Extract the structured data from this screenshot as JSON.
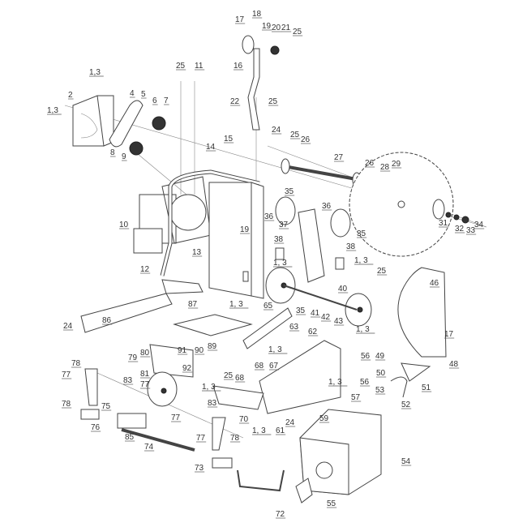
{
  "diagram": {
    "type": "exploded-parts-view",
    "labels": [
      "17",
      "18",
      "19",
      "20",
      "21",
      "25",
      "1,3",
      "2",
      "1,3",
      "4",
      "5",
      "6",
      "7",
      "25",
      "11",
      "16",
      "22",
      "25",
      "24",
      "25",
      "26",
      "27",
      "14",
      "15",
      "8",
      "9",
      "26",
      "28",
      "29",
      "10",
      "19",
      "13",
      "12",
      "35",
      "36",
      "36",
      "37",
      "35",
      "31",
      "32",
      "33",
      "34",
      "38",
      "1, 3",
      "38",
      "1, 3",
      "25",
      "46",
      "40",
      "41",
      "42",
      "43",
      "1, 3",
      "35",
      "65",
      "1, 3",
      "87",
      "86",
      "24",
      "63",
      "62",
      "1, 3",
      "17",
      "48",
      "56",
      "49",
      "50",
      "51",
      "56",
      "1, 3",
      "53",
      "52",
      "57",
      "54",
      "55",
      "59",
      "24",
      "61",
      "1, 3",
      "70",
      "68",
      "67",
      "68",
      "89",
      "90",
      "91",
      "92",
      "80",
      "79",
      "81",
      "77",
      "83",
      "78",
      "77",
      "78",
      "75",
      "76",
      "85",
      "74",
      "83",
      "77",
      "77",
      "78",
      "73",
      "72",
      "25",
      "1, 3"
    ]
  }
}
